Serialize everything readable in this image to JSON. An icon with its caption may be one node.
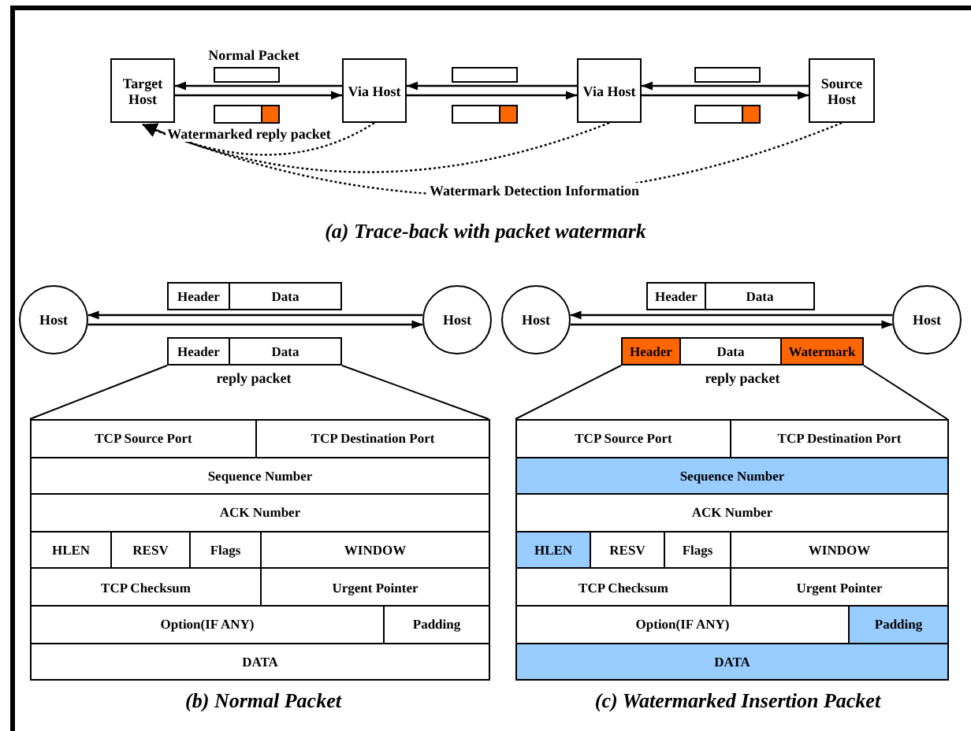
{
  "diagram": {
    "nodes": [
      {
        "text": [
          "Target Host"
        ]
      },
      {
        "text": [
          "Via Host"
        ]
      },
      {
        "text": [
          "Via Host"
        ]
      },
      {
        "text": [
          "Source Host"
        ]
      },
      {
        "text": [
          "Host"
        ]
      },
      {
        "text": [
          "Host"
        ]
      },
      {
        "text": [
          "Header"
        ]
      },
      {
        "text": [
          "Data"
        ]
      },
      {
        "text": [
          "Header"
        ]
      },
      {
        "text": [
          "Data"
        ]
      },
      {
        "text": [
          "TCP Source Port"
        ]
      },
      {
        "text": [
          "TCP Destination Port"
        ]
      },
      {
        "text": [
          "Sequence Number"
        ]
      },
      {
        "text": [
          "ACK Number"
        ]
      },
      {
        "text": [
          "HLEN"
        ]
      },
      {
        "text": [
          "RESV"
        ]
      },
      {
        "text": [
          "Flags"
        ]
      },
      {
        "text": [
          "WINDOW"
        ]
      },
      {
        "text": [
          "TCP Checksum"
        ]
      },
      {
        "text": [
          "Urgent Pointer"
        ]
      },
      {
        "text": [
          "Option(IF ANY)"
        ]
      },
      {
        "text": [
          "Padding"
        ]
      },
      {
        "text": [
          "DATA"
        ]
      },
      {
        "text": [
          "Host"
        ]
      },
      {
        "text": [
          "Host"
        ]
      },
      {
        "text": [
          "Header"
        ]
      },
      {
        "text": [
          "Data"
        ]
      },
      {
        "text": [
          "Header"
        ]
      },
      {
        "text": [
          "Data"
        ]
      },
      {
        "text": [
          "Watermark"
        ]
      },
      {
        "text": [
          "TCP Source Port"
        ]
      },
      {
        "text": [
          "TCP Destination Port"
        ]
      },
      {
        "text": [
          "Sequence Number"
        ]
      },
      {
        "text": [
          "ACK Number"
        ]
      },
      {
        "text": [
          "HLEN"
        ]
      },
      {
        "text": [
          "RESV"
        ]
      },
      {
        "text": [
          "Flags"
        ]
      },
      {
        "text": [
          "WINDOW"
        ]
      },
      {
        "text": [
          "TCP Checksum"
        ]
      },
      {
        "text": [
          "Urgent Pointer"
        ]
      },
      {
        "text": [
          "Option(IF ANY)"
        ]
      },
      {
        "text": [
          "Padding"
        ]
      },
      {
        "text": [
          "DATA"
        ]
      }
    ],
    "edges": [
      {
        "from": 1,
        "to": 0,
        "arrow": "to"
      },
      {
        "from": 0,
        "to": 1,
        "arrow": "to"
      },
      {
        "from": 2,
        "to": 1,
        "arrow": "to"
      },
      {
        "from": 1,
        "to": 2,
        "arrow": "to"
      },
      {
        "from": 3,
        "to": 2,
        "arrow": "to"
      },
      {
        "from": 2,
        "to": 3,
        "arrow": "to"
      },
      {
        "from": 1,
        "to": 0,
        "arrow": "to",
        "style": "dashed"
      },
      {
        "from": 2,
        "to": 0,
        "arrow": "to",
        "style": "dashed"
      },
      {
        "from": 3,
        "to": 0,
        "arrow": "to",
        "style": "dashed"
      },
      {
        "from": 5,
        "to": 4,
        "arrow": "to"
      },
      {
        "from": 4,
        "to": 5,
        "arrow": "to"
      },
      {
        "from": 24,
        "to": 23,
        "arrow": "to"
      },
      {
        "from": 23,
        "to": 24,
        "arrow": "to"
      },
      {
        "from": 8,
        "to": 10,
        "arrow": "none"
      },
      {
        "from": 9,
        "to": 11,
        "arrow": "none"
      },
      {
        "from": 27,
        "to": 30,
        "arrow": "none"
      },
      {
        "from": 29,
        "to": 31,
        "arrow": "none"
      }
    ],
    "labels": [
      "Normal Packet",
      "Watermarked reply packet",
      "Watermark Detection Information",
      "(a) Trace-back with packet watermark",
      "reply packet",
      "reply packet",
      "(b) Normal Packet",
      "(c) Watermarked Insertion Packet"
    ]
  }
}
